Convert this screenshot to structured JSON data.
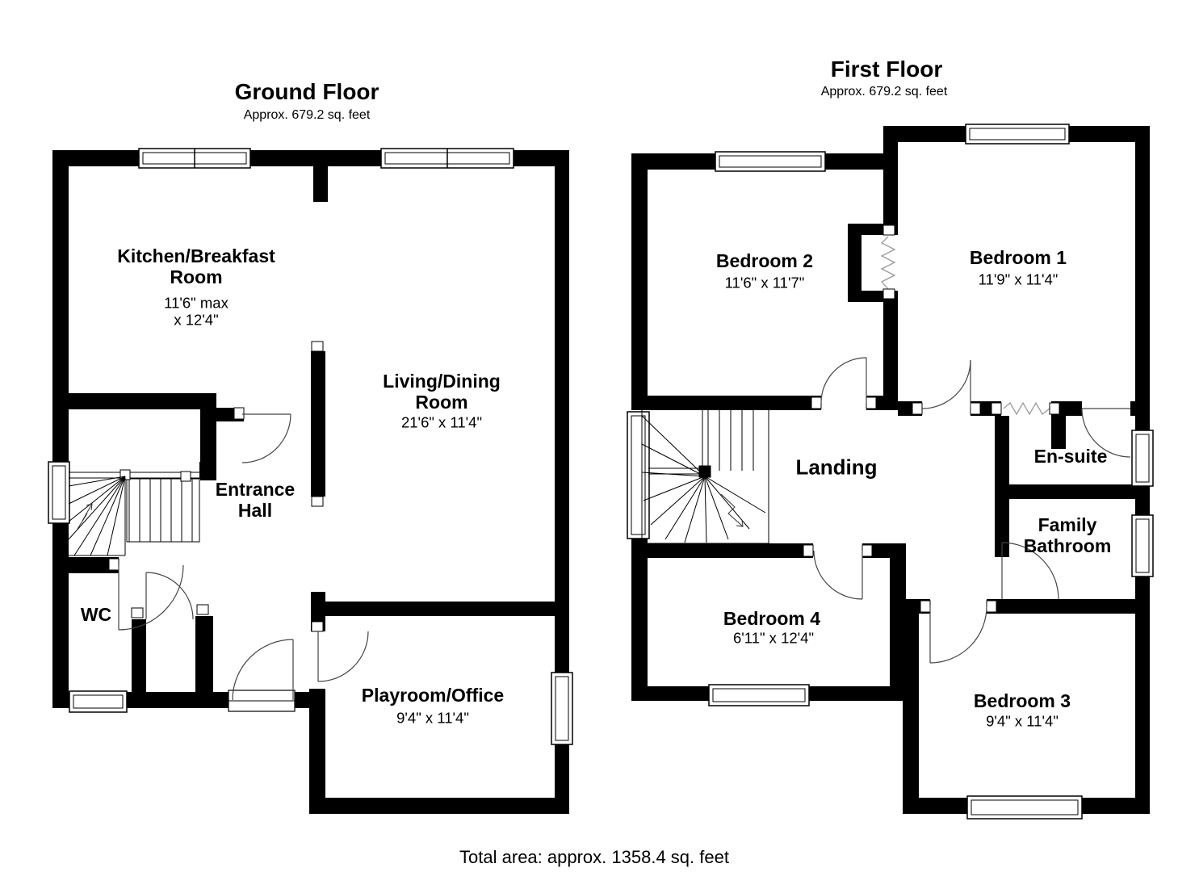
{
  "ground_floor": {
    "title": "Ground Floor",
    "subtitle": "Approx. 679.2 sq. feet",
    "rooms": {
      "kitchen": {
        "name": "Kitchen/Breakfast\nRoom",
        "dims": "11'6\" max\nx 12'4\""
      },
      "living": {
        "name": "Living/Dining\nRoom",
        "dims": "21'6\" x 11'4\""
      },
      "entrance": {
        "name": "Entrance\nHall"
      },
      "wc": {
        "name": "WC"
      },
      "playroom": {
        "name": "Playroom/Office",
        "dims": "9'4\" x 11'4\""
      }
    }
  },
  "first_floor": {
    "title": "First Floor",
    "subtitle": "Approx. 679.2 sq. feet",
    "rooms": {
      "bedroom2": {
        "name": "Bedroom 2",
        "dims": "11'6\" x 11'7\""
      },
      "bedroom1": {
        "name": "Bedroom 1",
        "dims": "11'9\" x 11'4\""
      },
      "landing": {
        "name": "Landing"
      },
      "ensuite": {
        "name": "En-suite"
      },
      "bathroom": {
        "name": "Family\nBathroom"
      },
      "bedroom4": {
        "name": "Bedroom 4",
        "dims": "6'11\" x 12'4\""
      },
      "bedroom3": {
        "name": "Bedroom 3",
        "dims": "9'4\" x 11'4\""
      }
    }
  },
  "footer": {
    "total_area": "Total area: approx. 1358.4 sq. feet"
  },
  "colors": {
    "wall": "#000000",
    "door_arc": "#444444",
    "zigzag": "#999999",
    "background": "#ffffff"
  }
}
